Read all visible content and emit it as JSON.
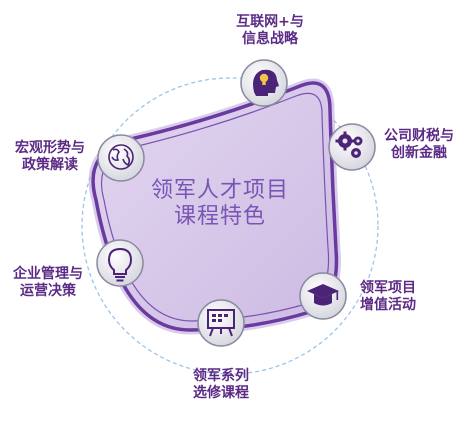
{
  "center": {
    "line1": "领军人才项目",
    "line2": "课程特色"
  },
  "nodes": [
    {
      "id": "internet",
      "icon": "lightbulb-head-icon",
      "line1": "互联网+与",
      "line2": "信息战略"
    },
    {
      "id": "finance",
      "icon": "gears-icon",
      "line1": "公司财税与",
      "line2": "创新金融"
    },
    {
      "id": "value",
      "icon": "graduation-cap-icon",
      "line1": "领军项目",
      "line2": "增值活动"
    },
    {
      "id": "elective",
      "icon": "presentation-board-icon",
      "line1": "领军系列",
      "line2": "选修课程"
    },
    {
      "id": "management",
      "icon": "lightbulb-icon",
      "line1": "企业管理与",
      "line2": "运营决策"
    },
    {
      "id": "macro",
      "icon": "globe-icon",
      "line1": "宏观形势与",
      "line2": "政策解读"
    }
  ],
  "colors": {
    "triangle_fill": "#d9cdeb",
    "triangle_stroke": "#6a3aa0",
    "dashed_circle": "#9bc4e8",
    "node_fill": "#e6e6ee",
    "node_stroke": "#8a8aa0",
    "icon_fill": "#4b2377",
    "label": "#5b2b86",
    "center_text": "#7a55b5"
  }
}
